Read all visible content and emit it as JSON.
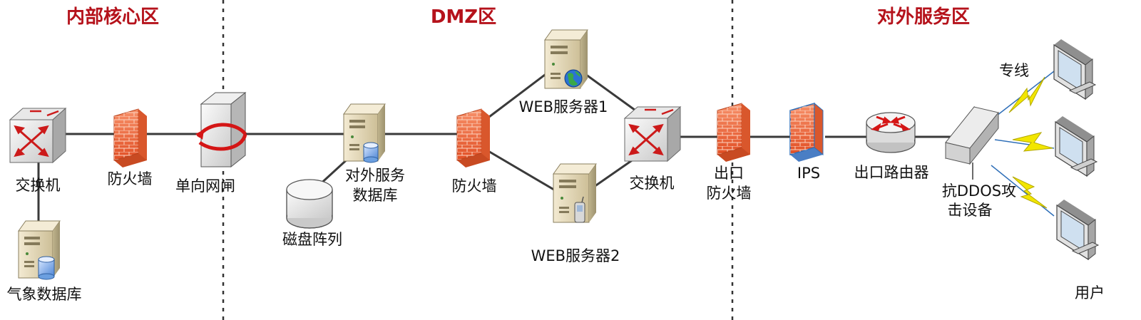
{
  "colors": {
    "zone_title": "#b5121b",
    "link": "#3a3a3a",
    "divider": "#333333",
    "firewall": "#e8663a",
    "bolt": "#f2e600"
  },
  "zones": {
    "core": "内部核心区",
    "dmz": "DMZ区",
    "external": "对外服务区"
  },
  "labels": {
    "core_switch": "交换机",
    "core_firewall": "防火墙",
    "gatekeeper": "单向网闸",
    "weather_db": "气象数据库",
    "svc_db_line1": "对外服务",
    "svc_db_line2": "数据库",
    "disk_array": "磁盘阵列",
    "dmz_firewall": "防火墙",
    "web1": "WEB服务器1",
    "web2": "WEB服务器2",
    "dmz_switch": "交换机",
    "exit_fw_line1": "出口",
    "exit_fw_line2": "防火墙",
    "ips": "IPS",
    "router": "出口路由器",
    "ddos_line1": "抗DDOS攻",
    "ddos_line2": "击设备",
    "dedicated_line": "专线",
    "users": "用户"
  }
}
